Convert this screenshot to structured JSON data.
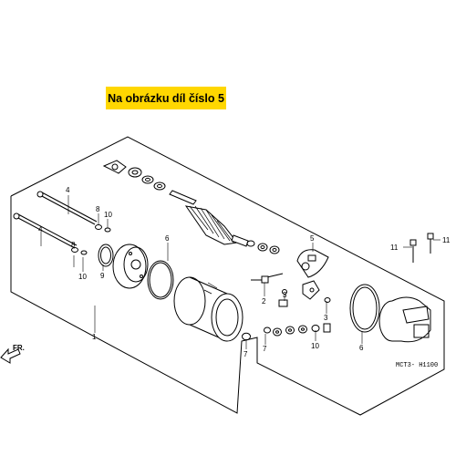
{
  "banner": {
    "text": "Na obrázku díl číslo 5",
    "color": "#ffd700"
  },
  "direction_label": "FR.",
  "figure_code": "MCT3- H1100",
  "callouts": {
    "c1": "1",
    "c2": "2",
    "c3a": "3",
    "c3b": "3",
    "c4a": "4",
    "c4b": "4",
    "c5": "5",
    "c6a": "6",
    "c6b": "6",
    "c7a": "7",
    "c7b": "7",
    "c8a": "8",
    "c8b": "8",
    "c9": "9",
    "c10a": "10",
    "c10b": "10",
    "c10c": "10",
    "c11a": "11",
    "c11b": "11"
  },
  "icons": {
    "direction": "arrow-icon"
  }
}
